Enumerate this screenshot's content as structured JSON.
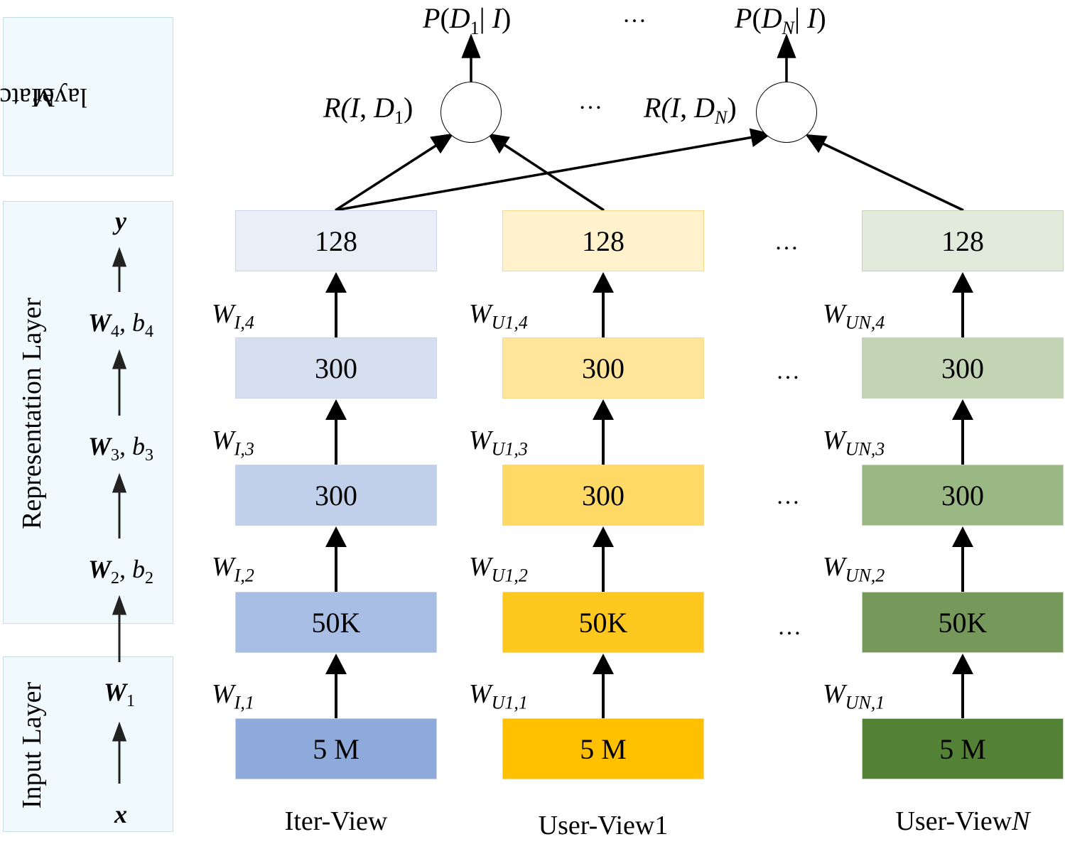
{
  "layers": {
    "matching": {
      "title_line1": "Matching",
      "title_line2": "layer"
    },
    "representation": {
      "title": "Representation Layer"
    },
    "input": {
      "title": "Input Layer"
    }
  },
  "side_labels": {
    "y": "y",
    "w4": {
      "w": "W",
      "wsub": "4",
      "sep": ", ",
      "b": "b",
      "bsub": "4"
    },
    "w3": {
      "w": "W",
      "wsub": "3",
      "sep": ", ",
      "b": "b",
      "bsub": "3"
    },
    "w2": {
      "w": "W",
      "wsub": "2",
      "sep": ", ",
      "b": "b",
      "bsub": "2"
    },
    "w1": {
      "w": "W",
      "wsub": "1"
    },
    "x": "x"
  },
  "columns": [
    {
      "view_label": "Iter-View",
      "colors": [
        "#8eaadb",
        "#a9bee4",
        "#c1d0ea",
        "#d5dfef",
        "#e9eef7"
      ],
      "layers": [
        "5 M",
        "50K",
        "300",
        "300",
        "128"
      ],
      "weights": [
        {
          "w": "W",
          "sub": "I,1"
        },
        {
          "w": "W",
          "sub": "I,2"
        },
        {
          "w": "W",
          "sub": "I,3"
        },
        {
          "w": "W",
          "sub": "I,4"
        }
      ]
    },
    {
      "view_label": "User-View1",
      "colors": [
        "#ffc000",
        "#ffc81f",
        "#ffd966",
        "#ffe599",
        "#fff2cc"
      ],
      "layers": [
        "5 M",
        "50K",
        "300",
        "300",
        "128"
      ],
      "weights": [
        {
          "w": "W",
          "sub": "U1,1"
        },
        {
          "w": "W",
          "sub": "U1,2"
        },
        {
          "w": "W",
          "sub": "U1,3"
        },
        {
          "w": "W",
          "sub": "U1,4"
        }
      ]
    },
    {
      "view_label": "User-View",
      "view_label_suffix": "N",
      "colors": [
        "#538135",
        "#76985b",
        "#9ab884",
        "#c3d4b4",
        "#e2eadc"
      ],
      "layers": [
        "5 M",
        "50K",
        "300",
        "300",
        "128"
      ],
      "weights": [
        {
          "w": "W",
          "sub": "UN,1"
        },
        {
          "w": "W",
          "sub": "UN,2"
        },
        {
          "w": "W",
          "sub": "UN,3"
        },
        {
          "w": "W",
          "sub": "UN,4"
        }
      ]
    }
  ],
  "ellipsis": "…",
  "matching": {
    "r1": {
      "pre": "R(",
      "i": "I",
      "mid": ", ",
      "d": "D",
      "sub": "1",
      "post": ")"
    },
    "rn": {
      "pre": "R(",
      "i": "I",
      "mid": ", ",
      "d": "D",
      "sub": "N",
      "post": ")"
    },
    "p1": {
      "p": "P",
      "open": "(",
      "d": "D",
      "sub": "1",
      "bar": "| ",
      "i": "I",
      "close": ")"
    },
    "pn": {
      "p": "P",
      "open": "(",
      "d": "D",
      "sub": "N",
      "bar": "| ",
      "i": "I",
      "close": ")"
    }
  },
  "colors": {
    "arrow": "#000000",
    "side_arrow": "#222222",
    "panel_bg": "#f0fafd",
    "panel_border": "#c9dde3"
  }
}
